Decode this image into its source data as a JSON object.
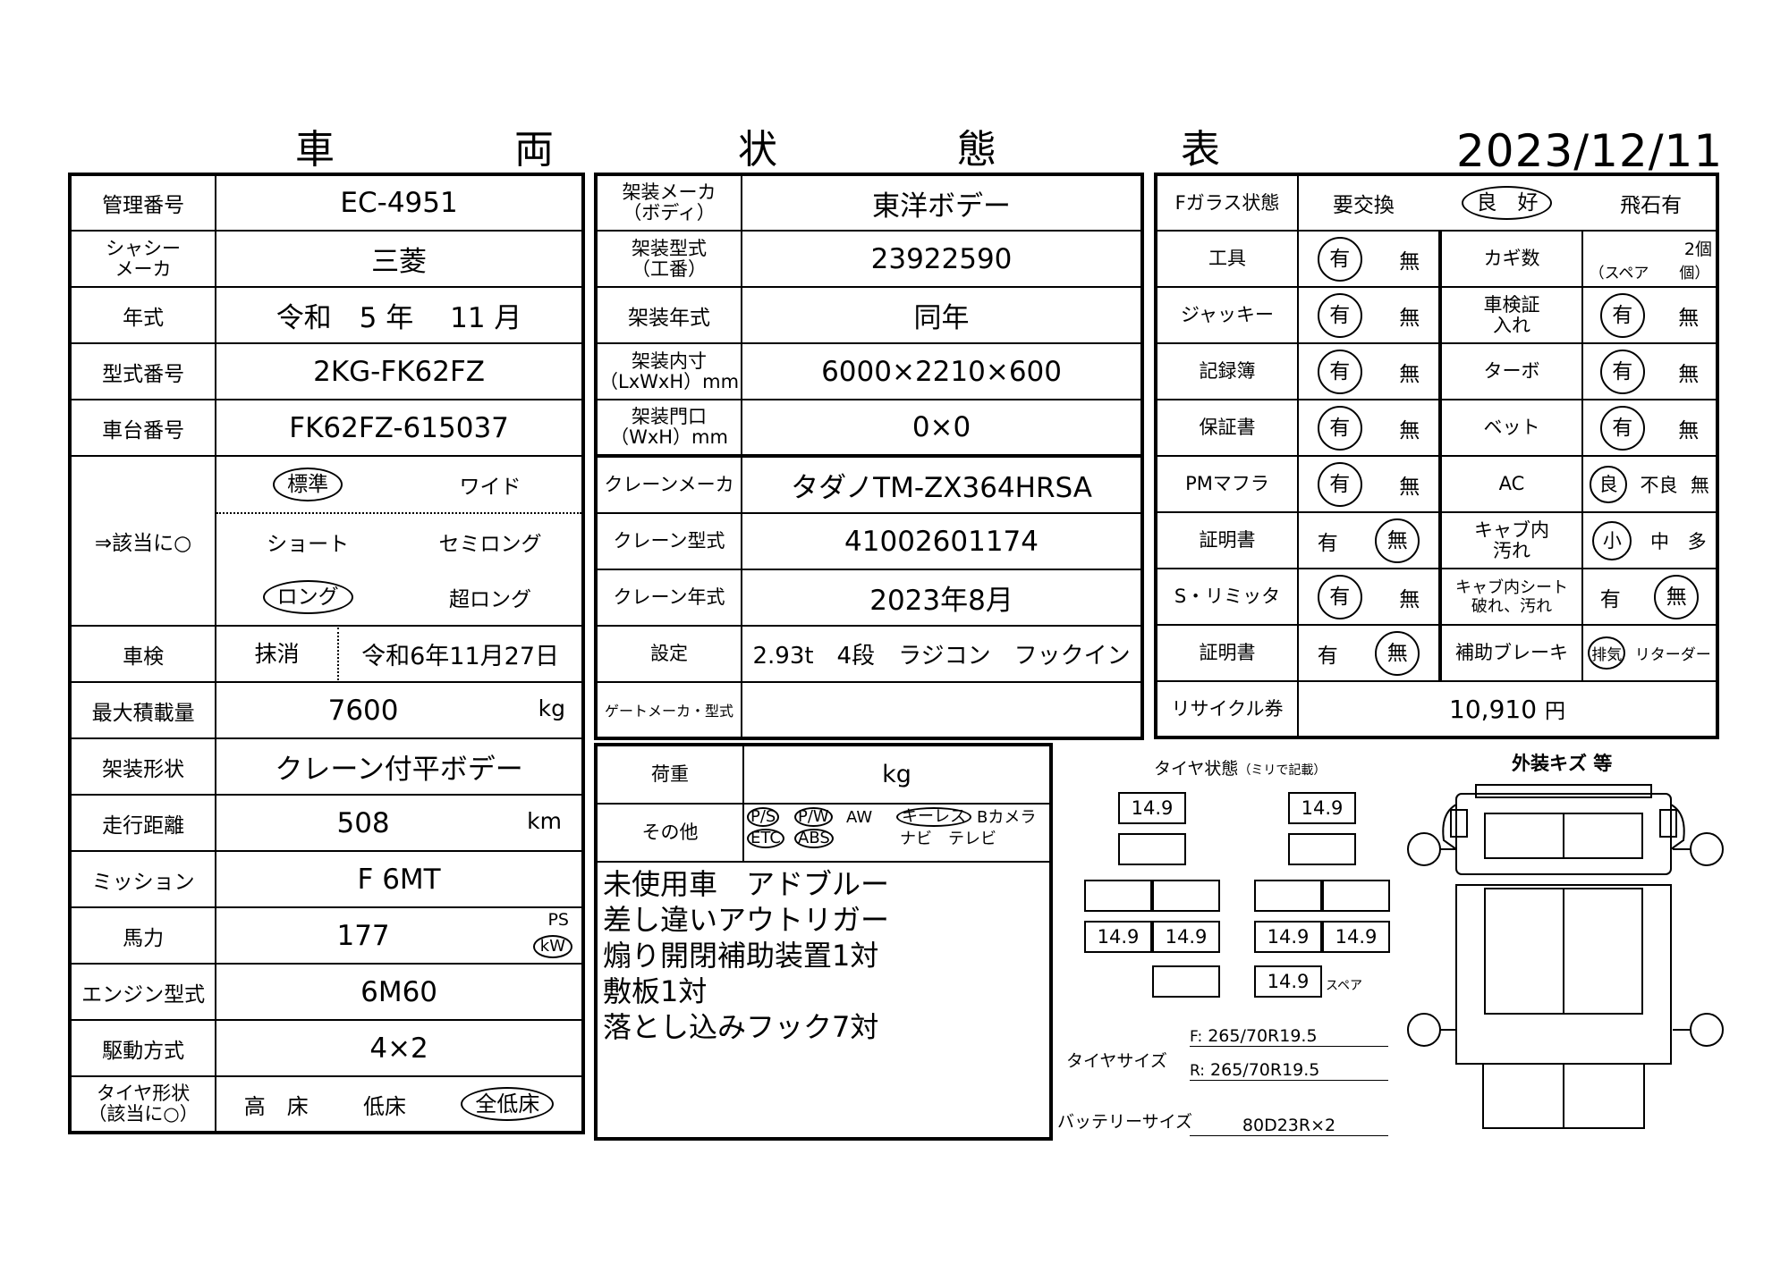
{
  "header": {
    "title_chars": [
      "車",
      "両",
      "状",
      "態",
      "表"
    ],
    "date": "2023/12/11"
  },
  "left": {
    "rows": [
      {
        "label": "管理番号",
        "value": "EC-4951"
      },
      {
        "label": "シャシーメーカ",
        "label_l1": "シャシー",
        "label_l2": "メーカ",
        "value": "三菱"
      },
      {
        "label": "年式",
        "value": "令和　5 年　 11 月"
      },
      {
        "label": "型式番号",
        "value": "2KG-FK62FZ"
      },
      {
        "label": "車台番号",
        "value": "FK62FZ-615037"
      }
    ],
    "body_type": {
      "label": "⇒該当に○",
      "options": [
        "標準",
        "ワイド",
        "ショート",
        "セミロング",
        "ロング",
        "超ロング"
      ]
    },
    "inspection": {
      "label": "車検",
      "status": "抹消",
      "date": "令和6年11月27日"
    },
    "max_load": {
      "label": "最大積載量",
      "value": "7600",
      "unit": "kg"
    },
    "body_shape": {
      "label": "架装形状",
      "value": "クレーン付平ボデー"
    },
    "mileage": {
      "label": "走行距離",
      "value": "508",
      "unit": "km"
    },
    "mission": {
      "label": "ミッション",
      "value": "F 6MT"
    },
    "power": {
      "label": "馬力",
      "value": "177",
      "unit_ps": "PS",
      "unit_kw": "kW"
    },
    "engine": {
      "label": "エンジン型式",
      "value": "6M60"
    },
    "drive": {
      "label": "駆動方式",
      "value": "4×2"
    },
    "tire_type": {
      "label_l1": "タイヤ形状",
      "label_l2": "（該当に○）",
      "options": [
        "高　床",
        "低床",
        "全低床"
      ]
    }
  },
  "middle": {
    "rows": [
      {
        "label_l1": "架装メーカ",
        "label_l2": "（ボディ）",
        "value": "東洋ボデー"
      },
      {
        "label_l1": "架装型式",
        "label_l2": "（工番）",
        "value": "23922590"
      },
      {
        "label_l1": "架装年式",
        "label_l2": "",
        "value": "同年"
      },
      {
        "label_l1": "架装内寸",
        "label_l2": "（LxWxH）mm",
        "value": "6000×2210×600"
      },
      {
        "label_l1": "架装門口",
        "label_l2": "（WxH）mm",
        "value": "0×0"
      }
    ],
    "crane": [
      {
        "label": "クレーンメーカ",
        "value": "タダノTM-ZX364HRSA"
      },
      {
        "label": "クレーン型式",
        "value": "41002601174"
      },
      {
        "label": "クレーン年式",
        "value": "2023年8月"
      },
      {
        "label": "設定",
        "value": "2.93t　4段　ラジコン　フックイン"
      }
    ],
    "gate": {
      "label": "ゲートメーカ・型式",
      "value": ""
    },
    "load": {
      "label": "荷重",
      "unit": "kg"
    },
    "other": {
      "label": "その他",
      "line1": [
        "P/S",
        "P/W",
        "AW",
        "キーレス",
        "Bカメラ"
      ],
      "line2": [
        "ETC",
        "ABS",
        "ナビ",
        "テレビ"
      ]
    },
    "notes": [
      "未使用車　アドブルー",
      "差し違いアウトリガー",
      "煽り開閉補助装置1対",
      "敷板1対",
      "落とし込みフック7対"
    ]
  },
  "right": {
    "glass": {
      "label": "Fガラス状態",
      "options": [
        "要交換",
        "良　好",
        "飛石有"
      ]
    },
    "rows": [
      {
        "l": "工具",
        "lv": [
          "有",
          "無"
        ],
        "r_l1": "カギ数",
        "r_l2": "",
        "rv": [
          "2個",
          "（スペア　　個）"
        ]
      },
      {
        "l": "ジャッキー",
        "lv": [
          "有",
          "無"
        ],
        "r_l1": "車検証",
        "r_l2": "入れ",
        "rv": [
          "有",
          "無"
        ]
      },
      {
        "l": "記録簿",
        "lv": [
          "有",
          "無"
        ],
        "r_l1": "ターボ",
        "r_l2": "",
        "rv": [
          "有",
          "無"
        ]
      },
      {
        "l": "保証書",
        "lv": [
          "有",
          "無"
        ],
        "r_l1": "ベット",
        "r_l2": "",
        "rv": [
          "有",
          "無"
        ]
      },
      {
        "l": "PMマフラ",
        "lv": [
          "有",
          "無"
        ],
        "r_l1": "AC",
        "r_l2": "",
        "rv": [
          "良",
          "不良",
          "無"
        ]
      },
      {
        "l": "証明書",
        "lv": [
          "有",
          "無"
        ],
        "r_l1": "キャブ内",
        "r_l2": "汚れ",
        "rv": [
          "小",
          "中",
          "多"
        ]
      },
      {
        "l": "S・リミッタ",
        "lv": [
          "有",
          "無"
        ],
        "r_l1": "キャブ内シート",
        "r_l2": "破れ、汚れ",
        "rv": [
          "有",
          "無"
        ]
      },
      {
        "l": "証明書",
        "lv": [
          "有",
          "無"
        ],
        "r_l1": "補助ブレーキ",
        "r_l2": "",
        "rv": [
          "排気",
          "リターダー"
        ]
      }
    ],
    "recycle": {
      "label": "リサイクル券",
      "value": "10,910",
      "unit": "円"
    }
  },
  "tires": {
    "title": "タイヤ状態",
    "title_note": "（ミリで記載）",
    "values": {
      "fl": "14.9",
      "fr": "14.9",
      "rlo": "14.9",
      "rli": "14.9",
      "rri": "14.9",
      "rro": "14.9",
      "spare": "14.9"
    },
    "spare_label": "スペア",
    "size_label": "タイヤサイズ",
    "size_f_prefix": "F:",
    "size_f": "265/70R19.5",
    "size_r_prefix": "R:",
    "size_r": "265/70R19.5",
    "battery_label": "バッテリーサイズ",
    "battery": "80D23R×2"
  },
  "exterior": {
    "title": "外装キズ 等"
  }
}
